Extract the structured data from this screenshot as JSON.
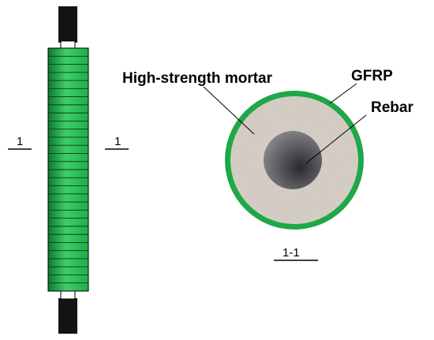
{
  "labels": {
    "mortar": "High-strength mortar",
    "gfrp": "GFRP",
    "rebar": "Rebar",
    "section_mark_left": "1",
    "section_mark_right": "1",
    "section_title": "1-1"
  },
  "colors": {
    "gfrp_green": "#1fac4a",
    "gfrp_green_light": "#3fcf66",
    "gfrp_green_dark": "#0e7a30",
    "wrap_ring_green": "#1ea846",
    "mortar_beige": "#d6cec4",
    "rebar_dark": "#2a2a2e",
    "rebar_highlight": "#8a8a90",
    "rebar_ends": "#141414",
    "line_black": "#000000"
  },
  "column": {
    "wrap_band_count": 30
  }
}
